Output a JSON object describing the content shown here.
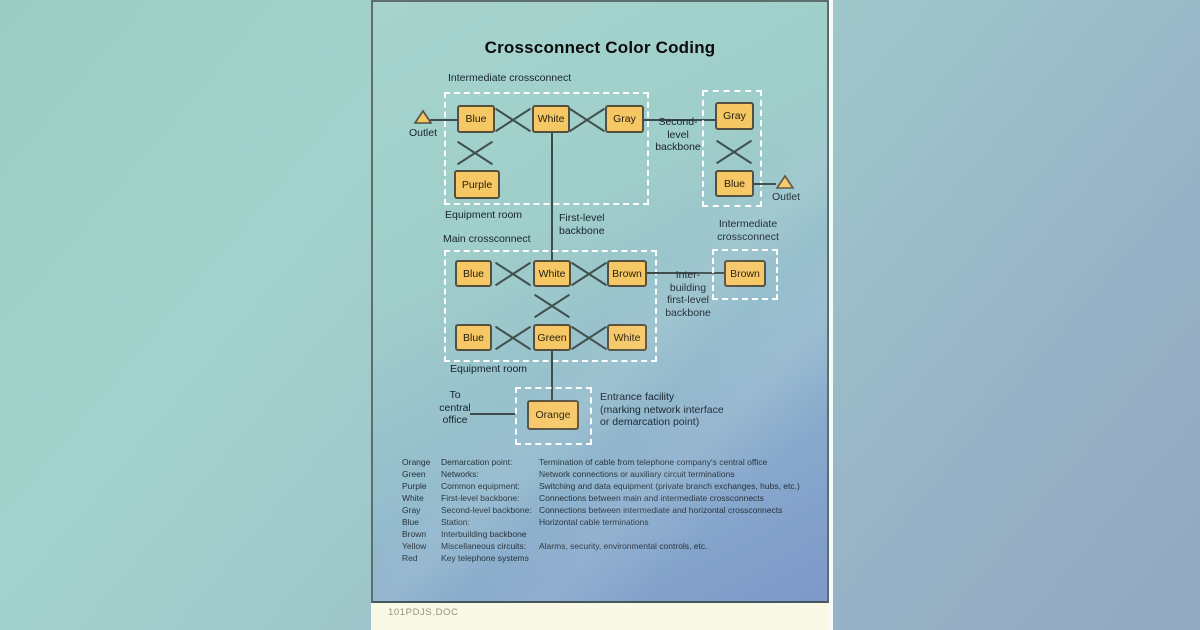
{
  "window": {
    "doc_label": "101PDJS.DOC"
  },
  "diagram": {
    "title": "Crossconnect Color Coding",
    "labels": {
      "intermediate_top": "Intermediate crossconnect",
      "equipment_room_top": "Equipment room",
      "second_level_backbone": "Second-\nlevel\nbackbone",
      "first_level_backbone": "First-level\nbackbone",
      "main_crossconnect": "Main crossconnect",
      "intermediate_right": "Intermediate\ncrossconnect",
      "interbuilding_backbone": "Inter-\nbuilding\nfirst-level\nbackbone",
      "equipment_room_main": "Equipment room",
      "to_central_office": "To\ncentral\noffice",
      "entrance_facility": "Entrance facility\n(marking network interface\nor demarcation point)",
      "outlet_left": "Outlet",
      "outlet_right": "Outlet"
    },
    "boxes": {
      "ic_blue": "Blue",
      "ic_white": "White",
      "ic_gray": "Gray",
      "ic_purple": "Purple",
      "sb_gray": "Gray",
      "sb_blue": "Blue",
      "mc_blue1": "Blue",
      "mc_white1": "White",
      "mc_brown": "Brown",
      "mc_blue2": "Blue",
      "mc_green": "Green",
      "mc_white2": "White",
      "ric_brown": "Brown",
      "ef_orange": "Orange"
    },
    "colors": {
      "box_fill": "#F6C765",
      "box_border": "#55503E",
      "line": "#3D4B4A",
      "dashed_border": "#FFFFFF",
      "panel_top": "#A6D4CC",
      "panel_bottom": "#7D99C9",
      "footer_strip": "#FAF8E6"
    }
  },
  "legend": {
    "rows": [
      {
        "color": "Orange",
        "term": "Demarcation point:",
        "desc": "Termination of cable from telephone company's central office"
      },
      {
        "color": "Green",
        "term": "Networks:",
        "desc": "Network connections or auxiliary circuit terminations"
      },
      {
        "color": "Purple",
        "term": "Common equipment:",
        "desc": "Switching and data equipment (private branch exchanges, hubs, etc.)"
      },
      {
        "color": "White",
        "term": "First-level backbone:",
        "desc": "Connections between main and intermediate crossconnects"
      },
      {
        "color": "Gray",
        "term": "Second-level backbone:",
        "desc": "Connections between intermediate and horizontal crossconnects"
      },
      {
        "color": "Blue",
        "term": "Station:",
        "desc": "Horizontal cable terminations"
      },
      {
        "color": "Brown",
        "term": "Interbuilding backbone",
        "desc": ""
      },
      {
        "color": "Yellow",
        "term": "Miscellaneous circuits:",
        "desc": "Alarms, security, environmental controls, etc."
      },
      {
        "color": "Red",
        "term": "Key telephone systems",
        "desc": ""
      }
    ]
  }
}
